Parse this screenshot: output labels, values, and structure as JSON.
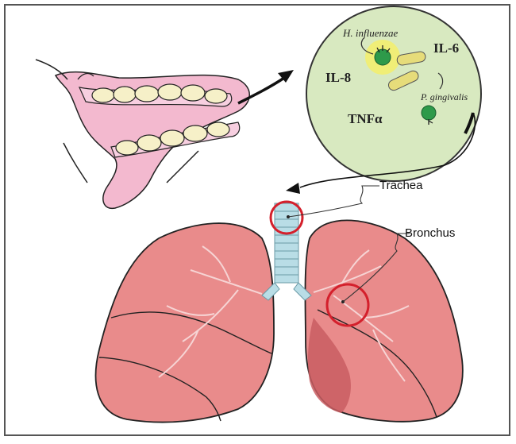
{
  "labels": {
    "h_influenzae": "H. influenzae",
    "il6": "IL-6",
    "il8": "IL-8",
    "p_gingivalis": "P. gingivalis",
    "tnfa": "TNFα",
    "trachea": "Trachea",
    "bronchus": "Bronchus"
  },
  "colors": {
    "gum_pink": "#f3b9cf",
    "tooth_cream": "#f6f0c8",
    "circle_bg": "#d8e9c0",
    "bacteria_green": "#2e9a4a",
    "rod_yellow": "#e6dc7a",
    "lung_fill": "#e98b8b",
    "lung_dark": "#c95d62",
    "trachea_blue": "#b9dde6",
    "highlight_red": "#d4202c"
  },
  "icons": [
    "arrow-icon",
    "bacterium-icon"
  ]
}
